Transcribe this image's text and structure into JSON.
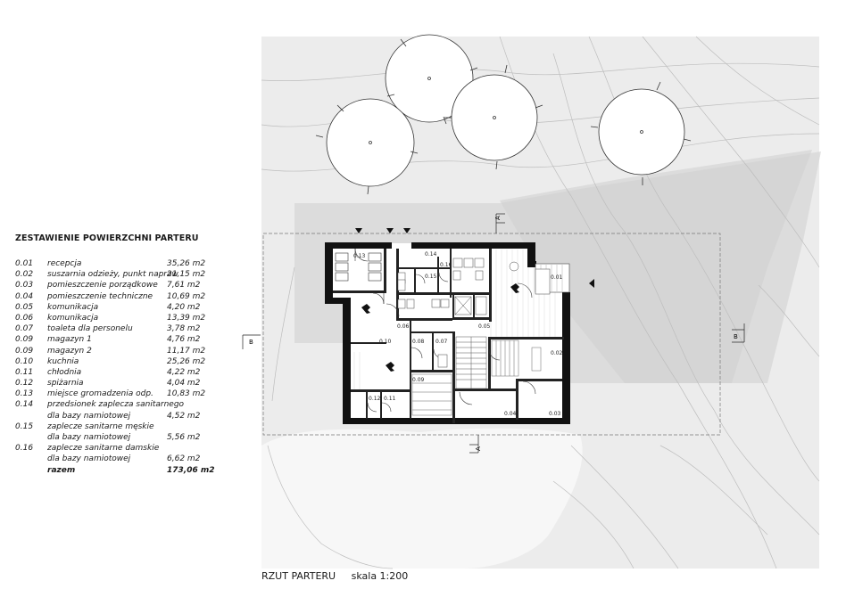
{
  "legend": {
    "title": "ZESTAWIENIE POWIERZCHNI PARTERU",
    "rows": [
      {
        "num": "0.01",
        "name": "recepcja",
        "area": "35,26 m2"
      },
      {
        "num": "0.02",
        "name": "suszarnia odzieży, punkt napraw",
        "area": "21,15 m2"
      },
      {
        "num": "0.03",
        "name": "pomieszczenie porządkowe",
        "area": "7,61 m2"
      },
      {
        "num": "0.04",
        "name": "pomieszczenie techniczne",
        "area": "10,69 m2"
      },
      {
        "num": "0.05",
        "name": "komunikacja",
        "area": "4,20 m2"
      },
      {
        "num": "0.06",
        "name": "komunikacja",
        "area": "13,39 m2"
      },
      {
        "num": "0.07",
        "name": "toaleta dla personelu",
        "area": "3,78 m2"
      },
      {
        "num": "0.09",
        "name": "magazyn 1",
        "area": "4,76 m2"
      },
      {
        "num": "0.09",
        "name": "magazyn 2",
        "area": "11,17 m2"
      },
      {
        "num": "0.10",
        "name": "kuchnia",
        "area": "25,26 m2"
      },
      {
        "num": "0.11",
        "name": "chłodnia",
        "area": "4,22 m2"
      },
      {
        "num": "0.12",
        "name": "spiżarnia",
        "area": "4,04 m2"
      },
      {
        "num": "0.13",
        "name": "miejsce gromadzenia odp.",
        "area": "10,83 m2"
      },
      {
        "num": "0.14",
        "name": "przedsionek zaplecza sanitarnego",
        "area": ""
      },
      {
        "num": "",
        "name": "dla bazy namiotowej",
        "area": "4,52 m2"
      },
      {
        "num": "0.15",
        "name": " zaplecze sanitarne męskie",
        "area": ""
      },
      {
        "num": "",
        "name": "dla bazy namiotowej",
        "area": "5,56 m2"
      },
      {
        "num": "0.16",
        "name": " zaplecze sanitarne damskie",
        "area": ""
      },
      {
        "num": "",
        "name": "dla bazy namiotowej",
        "area": "6,62 m2"
      },
      {
        "num": "",
        "name": "razem",
        "area": "173,06 m2",
        "total": true
      }
    ]
  },
  "plan": {
    "room_labels": {
      "r001": "0.01",
      "r002": "0.02",
      "r003": "0.03",
      "r004": "0.04",
      "r005": "0.05",
      "r006": "0.06",
      "r007": "0.07",
      "r008": "0.08",
      "r009": "0.09",
      "r010": "0.10",
      "r011": "0.11",
      "r012": "0.12",
      "r013": "0.13",
      "r014": "0.14",
      "r015": "0.15",
      "r016": "0.16"
    },
    "section_marks": {
      "a_top": "A",
      "a_bottom": "A",
      "b_left": "B",
      "b_right": "B"
    }
  },
  "caption": {
    "title": "RZUT PARTERU",
    "scale": "skala 1:200"
  },
  "colors": {
    "wall": "#111111",
    "terrain": "#e9e9e9",
    "shade": "#d9d9d9",
    "contour": "#b8b8b8"
  }
}
